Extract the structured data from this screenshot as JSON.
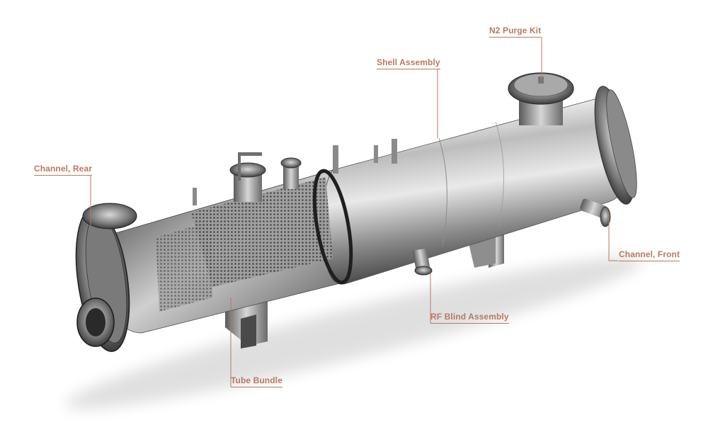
{
  "accent_color": "#b8795f",
  "callouts": {
    "n2_purge_kit": "N2 Purge Kit",
    "shell_assembly": "Shell Assembly",
    "channel_rear": "Channel, Rear",
    "channel_front": "Channel, Front",
    "rf_blind_assembly": "RF Blind Assembly",
    "tube_bundle": "Tube Bundle"
  }
}
